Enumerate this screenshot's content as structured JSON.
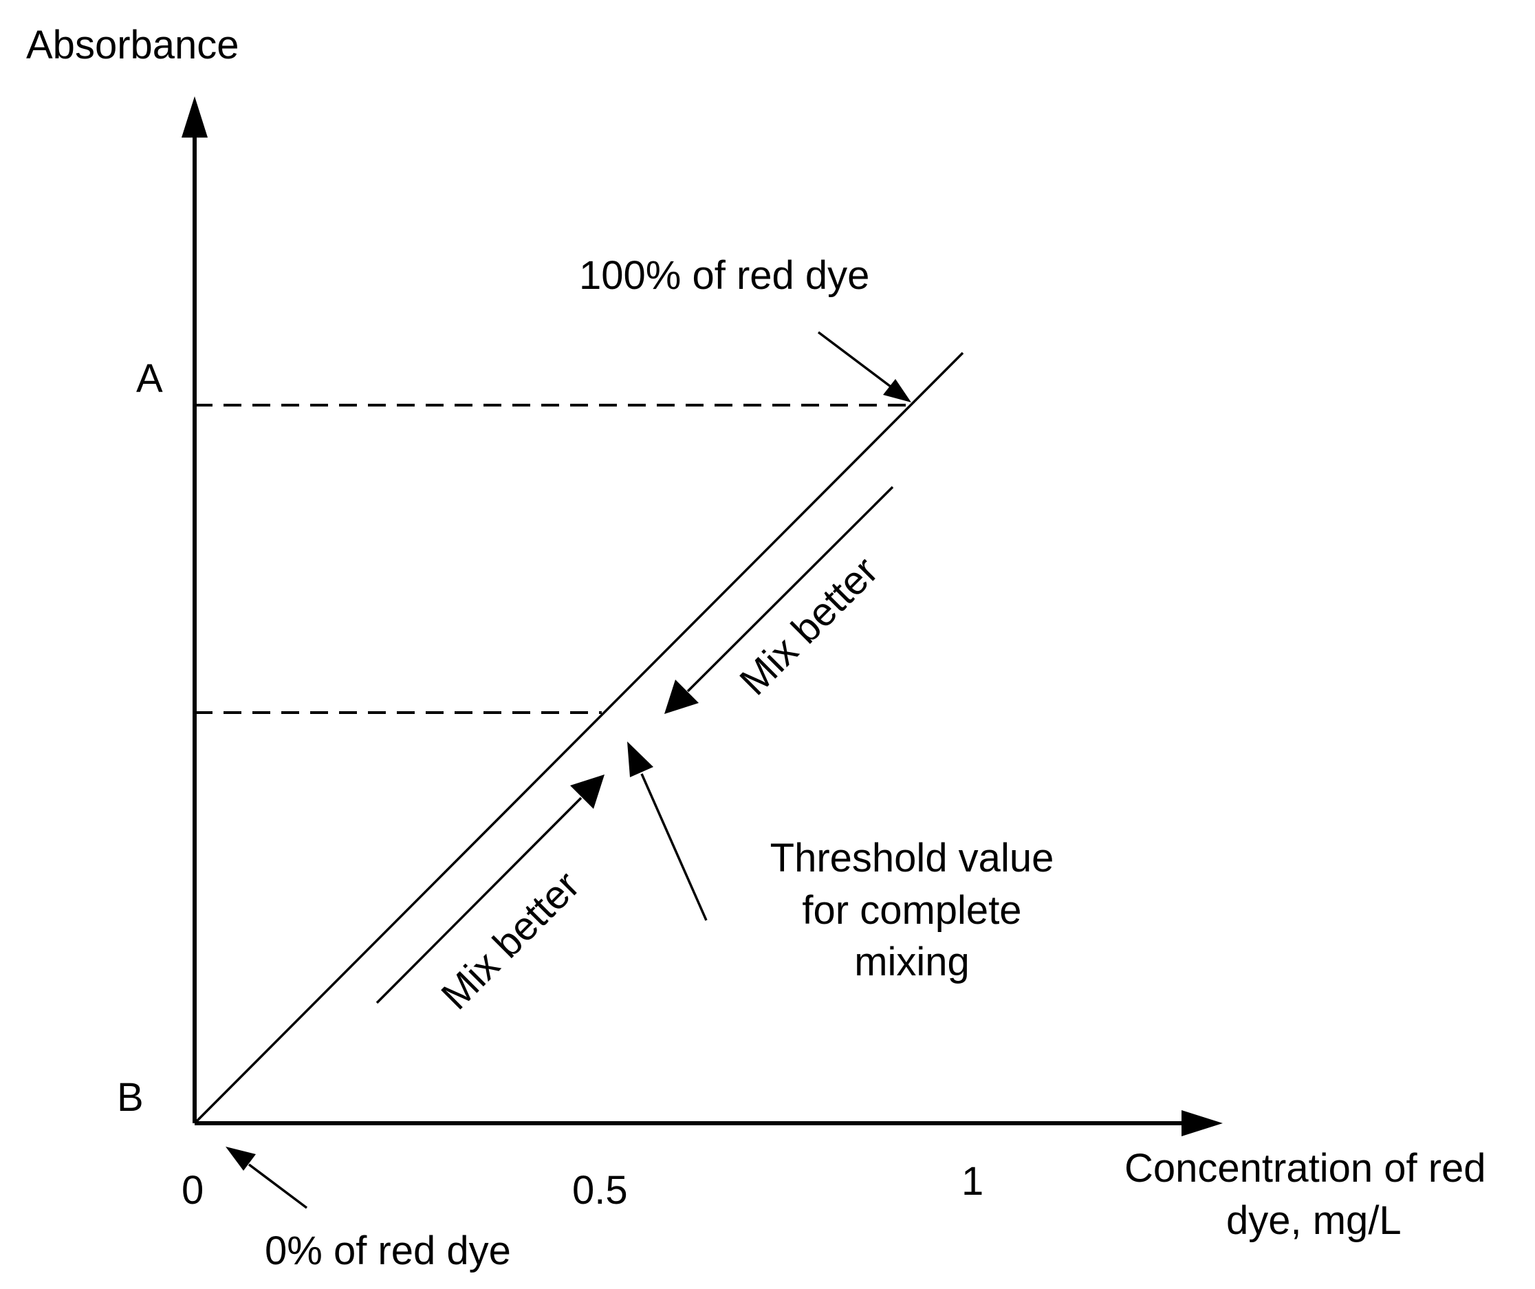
{
  "axes": {
    "y_label": "Absorbance",
    "x_label_line1": "Concentration of red",
    "x_label_line2": "dye, mg/L"
  },
  "ticks": {
    "y_top": "A",
    "y_bottom": "B",
    "x_zero": "0",
    "x_half": "0.5",
    "x_one": "1"
  },
  "annotations": {
    "full_dye": "100% of red dye",
    "zero_dye": "0% of red dye",
    "mix_upper": "Mix better",
    "mix_lower": "Mix better",
    "threshold_line1": "Threshold value",
    "threshold_line2": "for complete",
    "threshold_line3": "mixing"
  },
  "colors": {
    "ink": "#000000",
    "background": "#ffffff"
  }
}
